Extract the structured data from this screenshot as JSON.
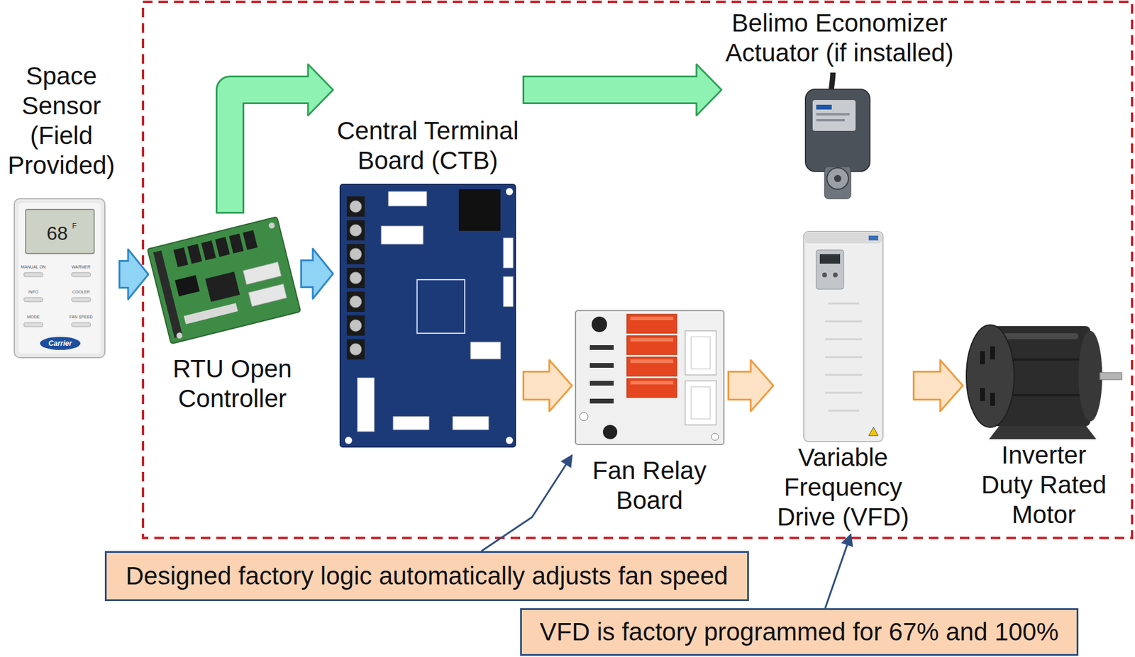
{
  "diagram": {
    "nodes": [
      {
        "text": [
          "Space Sensor (Field Provided)"
        ]
      },
      {
        "text": [
          "RTU Open Controller"
        ]
      },
      {
        "text": [
          "Central Terminal Board (CTB)"
        ]
      },
      {
        "text": [
          "Belimo Economizer Actuator (if installed)"
        ]
      },
      {
        "text": [
          "Fan Relay Board"
        ]
      },
      {
        "text": [
          "Variable Frequency Drive (VFD)"
        ]
      },
      {
        "text": [
          "Inverter Duty Rated Motor"
        ]
      },
      {
        "text": [
          "Designed factory logic automatically adjusts fan speed"
        ]
      },
      {
        "text": [
          "VFD is factory programmed for 67% and 100%"
        ]
      }
    ],
    "edges": [
      {
        "from": 0,
        "to": 1,
        "arrow": "to"
      },
      {
        "from": 1,
        "to": 2,
        "arrow": "to"
      },
      {
        "from": 1,
        "to": 2,
        "arrow": "to"
      },
      {
        "from": 2,
        "to": 3,
        "arrow": "to"
      },
      {
        "from": 2,
        "to": 4,
        "arrow": "to"
      },
      {
        "from": 4,
        "to": 5,
        "arrow": "to"
      },
      {
        "from": 5,
        "to": 6,
        "arrow": "to"
      },
      {
        "from": 7,
        "to": 4,
        "arrow": "to"
      },
      {
        "from": 8,
        "to": 5,
        "arrow": "to"
      }
    ],
    "labels": [
      "68",
      "F",
      "MANUAL ON",
      "WARMER",
      "INFO",
      "COOLER",
      "MODE",
      "FAN SPEED",
      "Carrier"
    ]
  }
}
